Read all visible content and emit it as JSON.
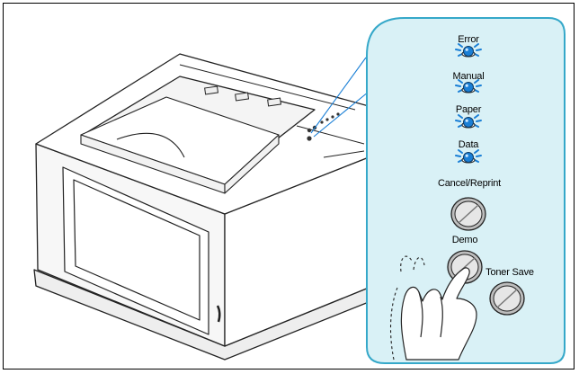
{
  "panel": {
    "indicators": [
      {
        "label": "Error",
        "color": "#1a7fd6"
      },
      {
        "label": "Manual",
        "color": "#1a7fd6"
      },
      {
        "label": "Paper",
        "color": "#1a7fd6"
      },
      {
        "label": "Data",
        "color": "#1a7fd6"
      }
    ],
    "buttons": [
      {
        "label": "Cancel/Reprint"
      },
      {
        "label": "Demo"
      },
      {
        "label": "Toner Save"
      }
    ],
    "background_color": "#d9f1f6",
    "border_color": "#35a8c9"
  }
}
